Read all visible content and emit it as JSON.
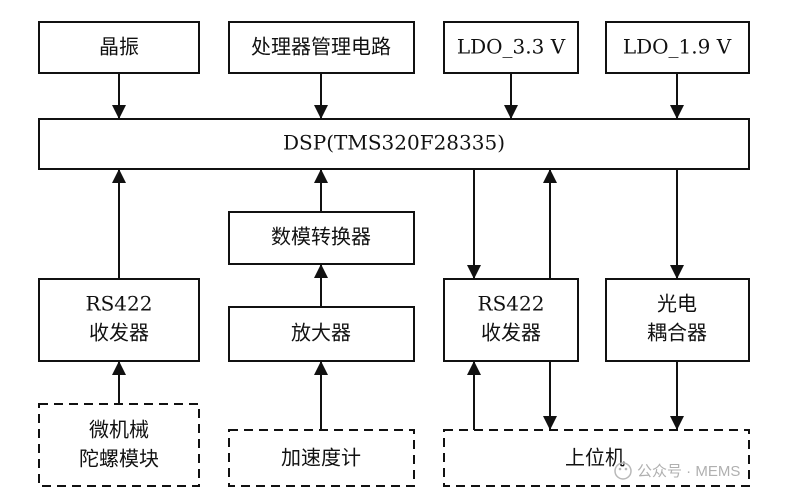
{
  "blocks": {
    "crystal": "晶振",
    "power_mgmt": "处理器管理电路",
    "ldo33": "LDO_3.3 V",
    "ldo19": "LDO_1.9 V",
    "dsp": "DSP(TMS320F28335)",
    "adc": "数模转换器",
    "rs422_left_l1": "RS422",
    "rs422_left_l2": "收发器",
    "amplifier": "放大器",
    "rs422_right_l1": "RS422",
    "rs422_right_l2": "收发器",
    "optocoupler_l1": "光电",
    "optocoupler_l2": "耦合器",
    "gyro_l1": "微机械",
    "gyro_l2": "陀螺模块",
    "accelerometer": "加速度计",
    "host": "上位机"
  },
  "watermark": "公众号 · MEMS"
}
